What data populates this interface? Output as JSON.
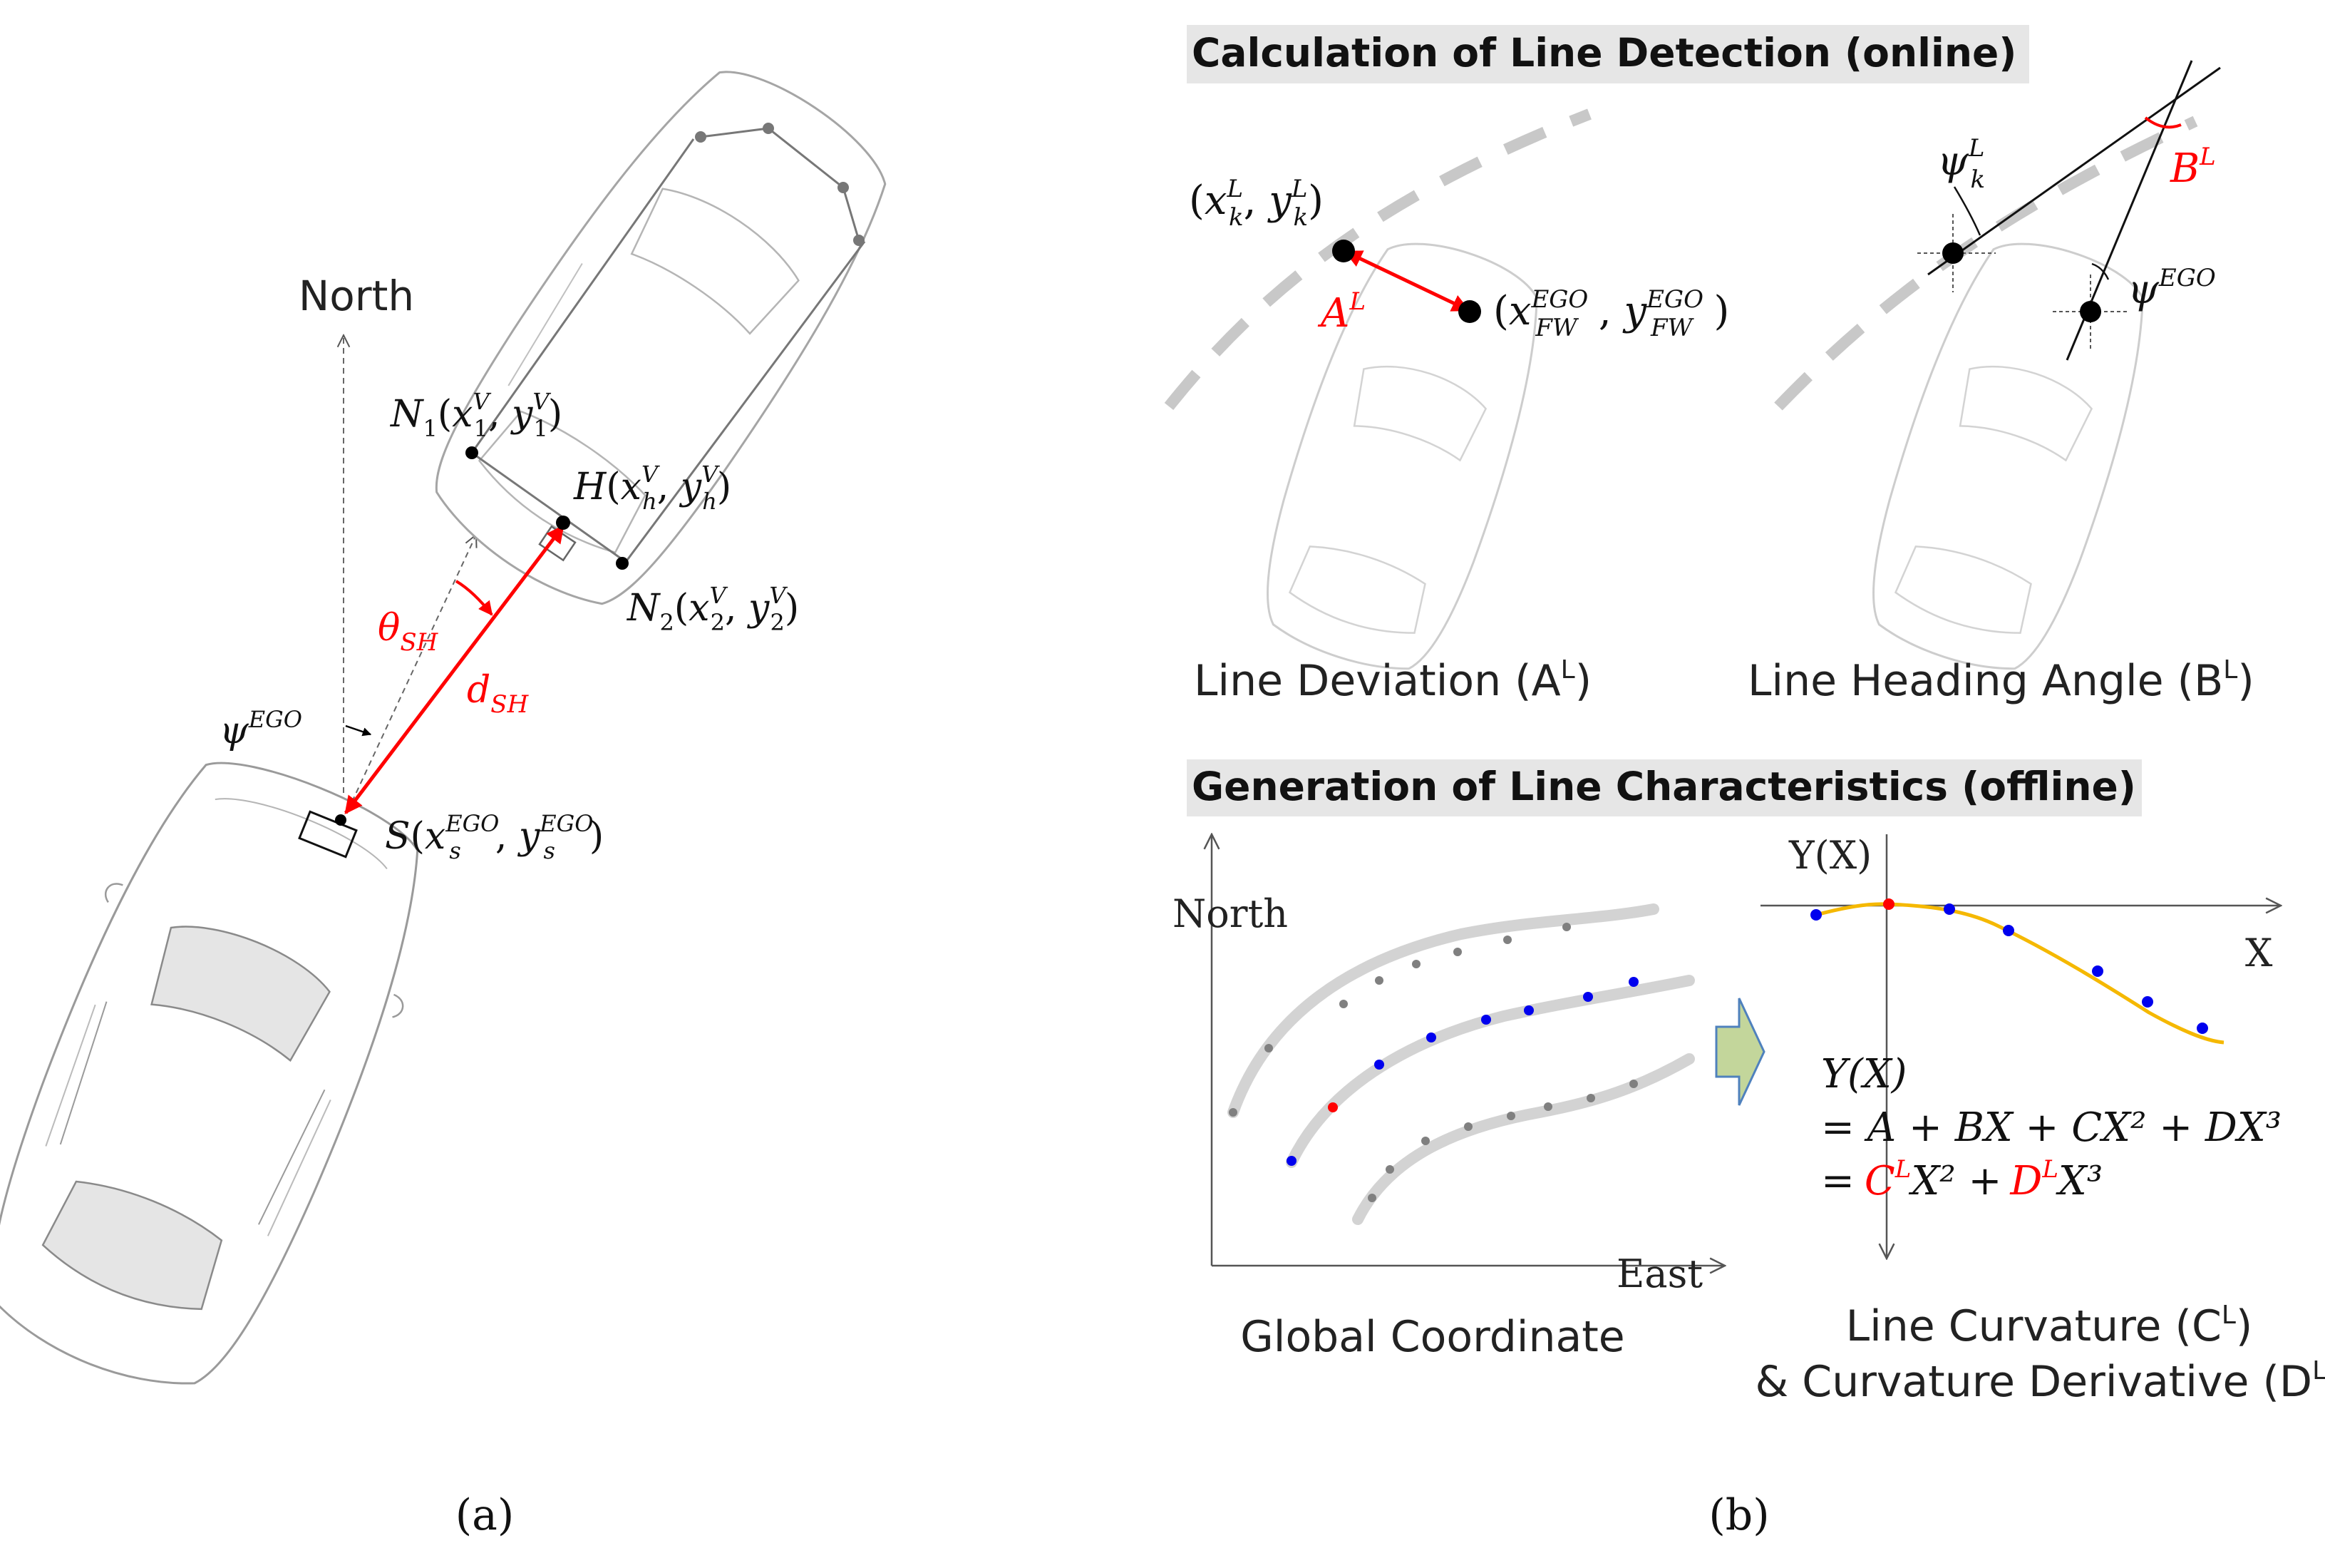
{
  "panel_a": {
    "caption": "(a)",
    "north_label": "North",
    "psi_ego": "ψ",
    "psi_ego_sup": "EGO",
    "theta_sh": "θ",
    "theta_sh_sub": "SH",
    "d_sh": "d",
    "d_sh_sub": "SH",
    "s_point": {
      "name": "S",
      "x": "x",
      "x_sub": "s",
      "x_sup": "EGO",
      "y": "y",
      "y_sub": "s",
      "y_sup": "EGO"
    },
    "h_point": {
      "name": "H",
      "x": "x",
      "x_sub": "h",
      "x_sup": "V",
      "y": "y",
      "y_sub": "h",
      "y_sup": "V"
    },
    "n1_point": {
      "name": "N",
      "name_sub": "1",
      "x": "x",
      "x_sub": "1",
      "x_sup": "V",
      "y": "y",
      "y_sub": "1",
      "y_sup": "V"
    },
    "n2_point": {
      "name": "N",
      "name_sub": "2",
      "x": "x",
      "x_sub": "2",
      "x_sup": "V",
      "y": "y",
      "y_sub": "2",
      "y_sup": "V"
    }
  },
  "panel_b": {
    "caption": "(b)",
    "online_header": "Calculation of Line Detection (online)",
    "offline_header": "Generation of Line Characteristics (offline)",
    "deviation": {
      "point_line": {
        "x": "x",
        "x_sub": "k",
        "x_sup": "L",
        "y": "y",
        "y_sub": "k",
        "y_sup": "L"
      },
      "point_ego": {
        "x": "x",
        "x_sub": "FW",
        "x_sup": "EGO",
        "y": "y",
        "y_sub": "FW",
        "y_sup": "EGO"
      },
      "a_label": "A",
      "a_sup": "L",
      "caption_main": "Line Deviation (A",
      "caption_sup": "L",
      "caption_end": ")"
    },
    "heading": {
      "psi_k": "ψ",
      "psi_k_sub": "k",
      "psi_k_sup": "L",
      "psi_ego": "ψ",
      "psi_ego_sup": "EGO",
      "b_label": "B",
      "b_sup": "L",
      "caption_main": "Line Heading Angle (B",
      "caption_sup": "L",
      "caption_end": ")"
    },
    "global": {
      "north": "North",
      "east": "East",
      "caption": "Global Coordinate"
    },
    "local": {
      "yx_label": "Y(X)",
      "x_label": "X",
      "eq1": "Y(X)",
      "eq2": "= A + BX + CX² + DX³",
      "eq3_eq": "=",
      "eq3_c": "C",
      "eq3_c_sup": "L",
      "eq3_mid": "X² +",
      "eq3_d": "D",
      "eq3_d_sup": "L",
      "eq3_end": "X³",
      "caption1_main": "Line Curvature (C",
      "caption1_sup": "L",
      "caption1_end": ")",
      "caption2_main": "& Curvature Derivative (D",
      "caption2_sup": "L",
      "caption2_end": ")"
    }
  },
  "colors": {
    "accent_red": "#ff0000",
    "curve_orange": "#f5b800",
    "dot_blue": "#0000ee",
    "dot_gray": "#808080",
    "lane_gray": "#cfcfcf",
    "header_bg": "#e6e6e6",
    "arrow_green": "#c3d69b",
    "arrow_blue": "#4f81bd"
  }
}
